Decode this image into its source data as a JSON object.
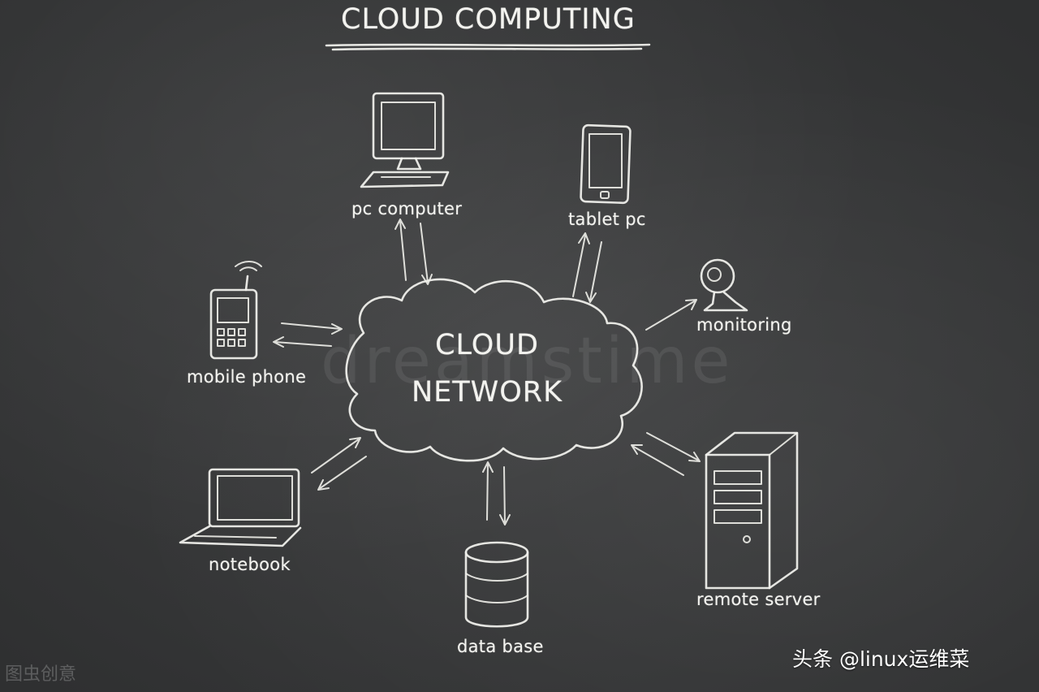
{
  "title": "CLOUD COMPUTING",
  "center": {
    "line1": "CLOUD",
    "line2": "NETWORK"
  },
  "nodes": {
    "pc_computer": "pc computer",
    "tablet_pc": "tablet pc",
    "monitoring": "monitoring",
    "mobile_phone": "mobile phone",
    "notebook": "notebook",
    "data_base": "data base",
    "remote_server": "remote server"
  },
  "watermark": "dreamstime",
  "credits": {
    "left": "图虫创意",
    "right": "头条 @linux运维菜"
  },
  "colors": {
    "board": "#3a3b3c",
    "chalk": "#f2f2ee"
  }
}
